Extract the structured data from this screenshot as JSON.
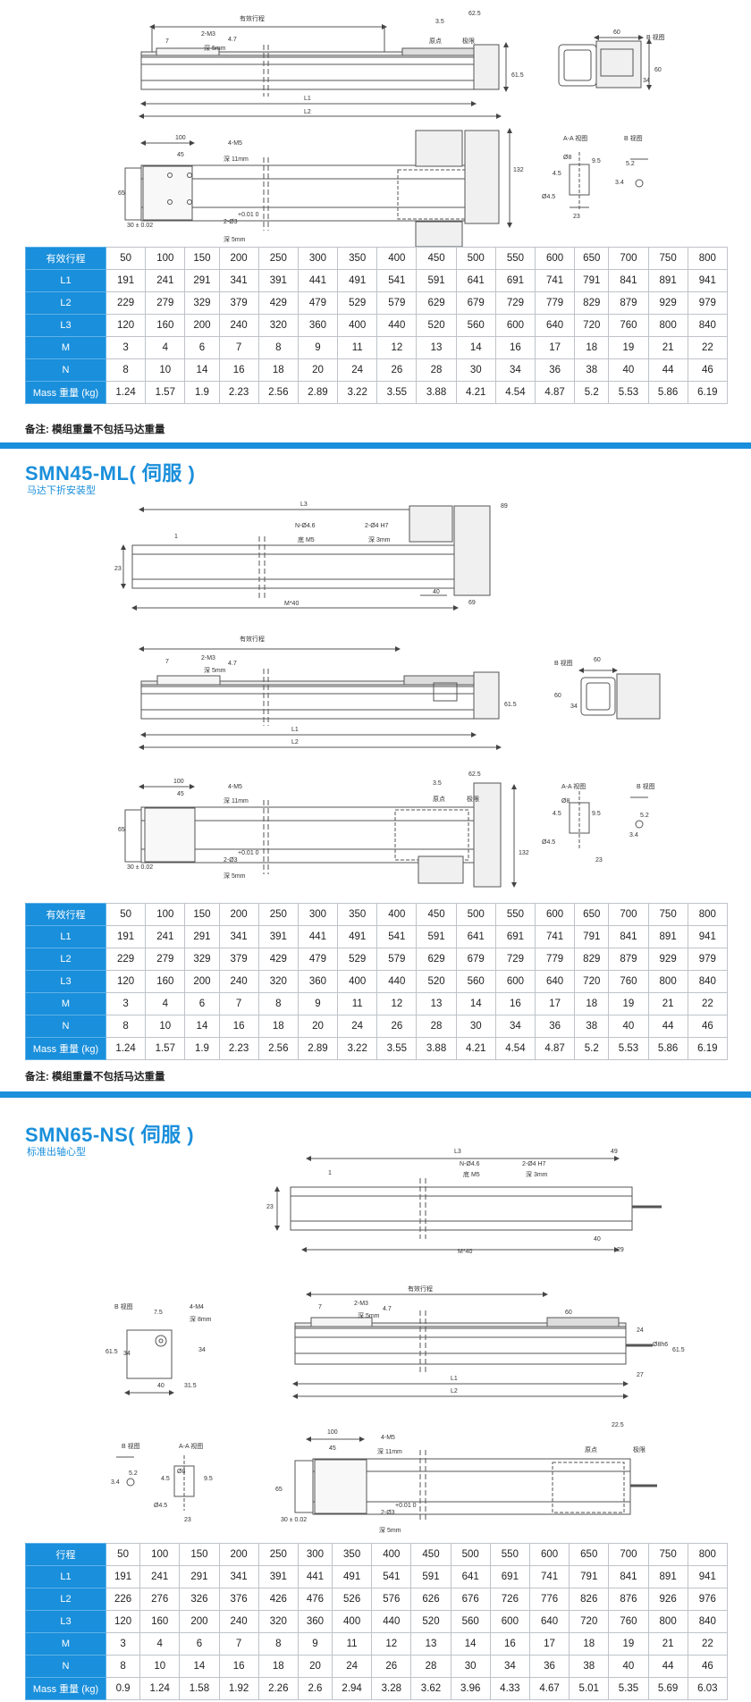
{
  "section1": {
    "labels": {
      "effective_stroke": "有效行程",
      "dim_7": "7",
      "dim_2m3": "2-M3",
      "dim_47": "4.7",
      "depth5": "深 5mm",
      "dim_35": "3.5",
      "dim_625": "62.5",
      "origin": "原点",
      "limit": "极限",
      "dim_615": "61.5",
      "L1": "L1",
      "L2": "L2",
      "dim_60": "60",
      "bview": "B 视图",
      "dim_34": "34",
      "dim_60b": "60",
      "dim_100": "100",
      "dim_4m5": "4-M5",
      "dim_45": "45",
      "depth11": "深 11mm",
      "dim_65": "65",
      "dim_132": "132",
      "dim_30": "30 ± 0.02",
      "dim_2d3": "2-Ø3",
      "tol": "+0.01 0",
      "depth5b": "深 5mm",
      "aa_view": "A-A 视图",
      "bview2": "B 视图",
      "dim_d8": "Ø8",
      "dim_95": "9.5",
      "dim_45b": "4.5",
      "dim_d45": "Ø4.5",
      "dim_23": "23",
      "dim_52": "5.2",
      "dim_34b": "3.4"
    },
    "table": [
      {
        "label": "有效行程",
        "values": [
          "50",
          "100",
          "150",
          "200",
          "250",
          "300",
          "350",
          "400",
          "450",
          "500",
          "550",
          "600",
          "650",
          "700",
          "750",
          "800"
        ]
      },
      {
        "label": "L1",
        "values": [
          "191",
          "241",
          "291",
          "341",
          "391",
          "441",
          "491",
          "541",
          "591",
          "641",
          "691",
          "741",
          "791",
          "841",
          "891",
          "941"
        ]
      },
      {
        "label": "L2",
        "values": [
          "229",
          "279",
          "329",
          "379",
          "429",
          "479",
          "529",
          "579",
          "629",
          "679",
          "729",
          "779",
          "829",
          "879",
          "929",
          "979"
        ]
      },
      {
        "label": "L3",
        "values": [
          "120",
          "160",
          "200",
          "240",
          "320",
          "360",
          "400",
          "440",
          "520",
          "560",
          "600",
          "640",
          "720",
          "760",
          "800",
          "840"
        ]
      },
      {
        "label": "M",
        "values": [
          "3",
          "4",
          "6",
          "7",
          "8",
          "9",
          "11",
          "12",
          "13",
          "14",
          "16",
          "17",
          "18",
          "19",
          "21",
          "22"
        ]
      },
      {
        "label": "N",
        "values": [
          "8",
          "10",
          "14",
          "16",
          "18",
          "20",
          "24",
          "26",
          "28",
          "30",
          "34",
          "36",
          "38",
          "40",
          "44",
          "46"
        ]
      },
      {
        "label": "Mass 重量 (kg)",
        "values": [
          "1.24",
          "1.57",
          "1.9",
          "2.23",
          "2.56",
          "2.89",
          "3.22",
          "3.55",
          "3.88",
          "4.21",
          "4.54",
          "4.87",
          "5.2",
          "5.53",
          "5.86",
          "6.19"
        ]
      }
    ],
    "note": "备注:   模组重量不包括马达重量"
  },
  "section2": {
    "title": "SMN45-ML( 伺服 )",
    "subtitle": "马达下折安装型",
    "labels": {
      "L3": "L3",
      "dim_89": "89",
      "nd46": "N-Ø4.6",
      "cm5": "底 M5",
      "d4h7": "2-Ø4  H7",
      "depth3": "深 3mm",
      "dim_1": "1",
      "dim_23": "23",
      "dim_40": "40",
      "dim_69": "69",
      "m40": "M*40",
      "effective_stroke": "有效行程",
      "dim_7": "7",
      "dim_2m3": "2-M3",
      "dim_47": "4.7",
      "depth5": "深 5mm",
      "bview": "B 视图",
      "dim_60": "60",
      "dim_615": "61.5",
      "dim_60b": "60",
      "dim_34": "34",
      "L1": "L1",
      "L2": "L2",
      "dim_100": "100",
      "dim_4m5": "4-M5",
      "dim_45": "45",
      "depth11": "深 11mm",
      "dim_35": "3.5",
      "dim_625": "62.5",
      "origin": "原点",
      "limit": "极限",
      "dim_65": "65",
      "dim_132": "132",
      "dim_30": "30 ± 0.02",
      "dim_2d3": "2-Ø3",
      "tol": "+0.01 0",
      "depth5b": "深 5mm",
      "aa_view": "A-A 视图",
      "bview2": "B 视图",
      "dim_d8": "Ø8",
      "dim_95": "9.5",
      "dim_45b": "4.5",
      "dim_d45": "Ø4.5",
      "dim_23b": "23",
      "dim_52": "5.2",
      "dim_34b": "3.4"
    },
    "table": [
      {
        "label": "有效行程",
        "values": [
          "50",
          "100",
          "150",
          "200",
          "250",
          "300",
          "350",
          "400",
          "450",
          "500",
          "550",
          "600",
          "650",
          "700",
          "750",
          "800"
        ]
      },
      {
        "label": "L1",
        "values": [
          "191",
          "241",
          "291",
          "341",
          "391",
          "441",
          "491",
          "541",
          "591",
          "641",
          "691",
          "741",
          "791",
          "841",
          "891",
          "941"
        ]
      },
      {
        "label": "L2",
        "values": [
          "229",
          "279",
          "329",
          "379",
          "429",
          "479",
          "529",
          "579",
          "629",
          "679",
          "729",
          "779",
          "829",
          "879",
          "929",
          "979"
        ]
      },
      {
        "label": "L3",
        "values": [
          "120",
          "160",
          "200",
          "240",
          "320",
          "360",
          "400",
          "440",
          "520",
          "560",
          "600",
          "640",
          "720",
          "760",
          "800",
          "840"
        ]
      },
      {
        "label": "M",
        "values": [
          "3",
          "4",
          "6",
          "7",
          "8",
          "9",
          "11",
          "12",
          "13",
          "14",
          "16",
          "17",
          "18",
          "19",
          "21",
          "22"
        ]
      },
      {
        "label": "N",
        "values": [
          "8",
          "10",
          "14",
          "16",
          "18",
          "20",
          "24",
          "26",
          "28",
          "30",
          "34",
          "36",
          "38",
          "40",
          "44",
          "46"
        ]
      },
      {
        "label": "Mass 重量 (kg)",
        "values": [
          "1.24",
          "1.57",
          "1.9",
          "2.23",
          "2.56",
          "2.89",
          "3.22",
          "3.55",
          "3.88",
          "4.21",
          "4.54",
          "4.87",
          "5.2",
          "5.53",
          "5.86",
          "6.19"
        ]
      }
    ],
    "note": "备注:   模组重量不包括马达重量"
  },
  "section3": {
    "title": "SMN65-NS( 伺服 )",
    "subtitle": "标准出轴心型",
    "labels": {
      "L3": "L3",
      "dim_49": "49",
      "nd46": "N-Ø4.6",
      "cm5": "底 M5",
      "d4h7": "2-Ø4  H7",
      "depth3": "深 3mm",
      "dim_1": "1",
      "dim_23": "23",
      "dim_40": "40",
      "dim_29": "29",
      "m40": "M*40",
      "bview": "B 视图",
      "dim_75": "7.5",
      "dim_4m4": "4-M4",
      "depth8": "深 8mm",
      "dim_615": "61.5",
      "dim_34": "34",
      "dim_34c": "34",
      "dim_40b": "40",
      "dim_315": "31.5",
      "effective_stroke": "有效行程",
      "dim_7": "7",
      "dim_2m3": "2-M3",
      "dim_47": "4.7",
      "depth5": "深 5mm",
      "dim_60": "60",
      "dim_24": "24",
      "dim_d8": "Ø8h6",
      "dim_615b": "61.5",
      "dim_27": "27",
      "L1": "L1",
      "L2": "L2",
      "bview2": "B 视图",
      "aa_view": "A-A 视图",
      "dim_52": "5.2",
      "dim_34b": "3.4",
      "dim_45b": "4.5",
      "dim_d8b": "Ø8",
      "dim_95": "9.5",
      "dim_d45": "Ø4.5",
      "dim_23b": "23",
      "dim_100": "100",
      "dim_4m5": "4-M5",
      "dim_45": "45",
      "depth11": "深 11mm",
      "dim_225": "22.5",
      "origin": "原点",
      "limit": "极限",
      "dim_65": "65",
      "dim_30": "30 ± 0.02",
      "dim_2d3": "2-Ø3",
      "tol": "+0.01 0",
      "depth5b": "深 5mm"
    },
    "table": [
      {
        "label": "行程",
        "values": [
          "50",
          "100",
          "150",
          "200",
          "250",
          "300",
          "350",
          "400",
          "450",
          "500",
          "550",
          "600",
          "650",
          "700",
          "750",
          "800"
        ]
      },
      {
        "label": "L1",
        "values": [
          "191",
          "241",
          "291",
          "341",
          "391",
          "441",
          "491",
          "541",
          "591",
          "641",
          "691",
          "741",
          "791",
          "841",
          "891",
          "941"
        ]
      },
      {
        "label": "L2",
        "values": [
          "226",
          "276",
          "326",
          "376",
          "426",
          "476",
          "526",
          "576",
          "626",
          "676",
          "726",
          "776",
          "826",
          "876",
          "926",
          "976"
        ]
      },
      {
        "label": "L3",
        "values": [
          "120",
          "160",
          "200",
          "240",
          "320",
          "360",
          "400",
          "440",
          "520",
          "560",
          "600",
          "640",
          "720",
          "760",
          "800",
          "840"
        ]
      },
      {
        "label": "M",
        "values": [
          "3",
          "4",
          "6",
          "7",
          "8",
          "9",
          "11",
          "12",
          "13",
          "14",
          "16",
          "17",
          "18",
          "19",
          "21",
          "22"
        ]
      },
      {
        "label": "N",
        "values": [
          "8",
          "10",
          "14",
          "16",
          "18",
          "20",
          "24",
          "26",
          "28",
          "30",
          "34",
          "36",
          "38",
          "40",
          "44",
          "46"
        ]
      },
      {
        "label": "Mass 重量 (kg)",
        "values": [
          "0.9",
          "1.24",
          "1.58",
          "1.92",
          "2.26",
          "2.6",
          "2.94",
          "3.28",
          "3.62",
          "3.96",
          "4.33",
          "4.67",
          "5.01",
          "5.35",
          "5.69",
          "6.03"
        ]
      }
    ]
  },
  "colors": {
    "accent": "#1a8fdb",
    "line": "#555555",
    "dim": "#444444"
  }
}
